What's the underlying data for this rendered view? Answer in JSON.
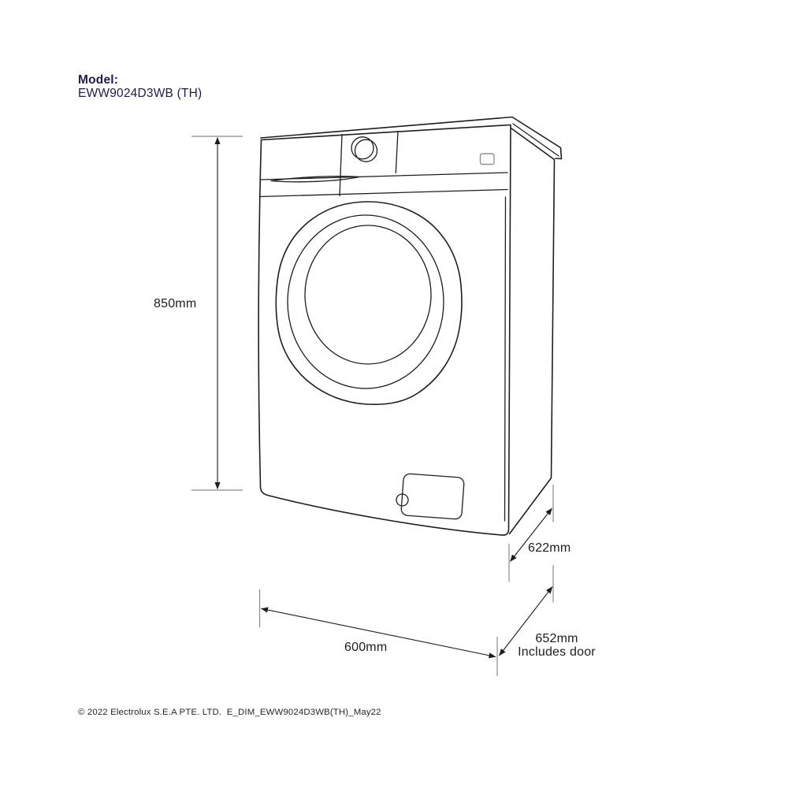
{
  "header": {
    "model_label": "Model:",
    "model_number": "EWW9024D3WB (TH)"
  },
  "illustration": {
    "subject": "front-load washing machine, three-quarter line drawing"
  },
  "dimensions": {
    "height": "850mm",
    "width": "600mm",
    "depth": "622mm",
    "depth_with_door": "652mm",
    "depth_with_door_note": "Includes door"
  },
  "footer": {
    "copyright": "© 2022 Electrolux S.E.A PTE. LTD.  E_DIM_EWW9024D3WB(TH)_May22"
  },
  "colors": {
    "background": "#ffffff",
    "brand_navy": "#1f1b50",
    "line_color": "#1e1e1e",
    "dimension_color": "#1d1d1d",
    "tick_color": "#8a8a8a"
  }
}
